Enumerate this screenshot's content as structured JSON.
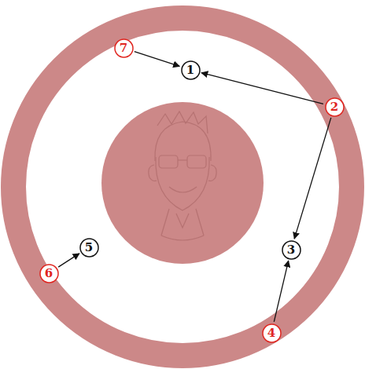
{
  "diagram": {
    "nodes": [
      {
        "text": [
          "7"
        ]
      },
      {
        "text": [
          "1"
        ]
      },
      {
        "text": [
          "2"
        ]
      },
      {
        "text": [
          "5"
        ]
      },
      {
        "text": [
          "3"
        ]
      },
      {
        "text": [
          "6"
        ]
      },
      {
        "text": [
          "4"
        ]
      }
    ],
    "edges": [
      {
        "from": 0,
        "to": 1,
        "arrow": "to"
      },
      {
        "from": 2,
        "to": 1,
        "arrow": "to"
      },
      {
        "from": 2,
        "to": 4,
        "arrow": "to"
      },
      {
        "from": 6,
        "to": 4,
        "arrow": "to"
      },
      {
        "from": 5,
        "to": 3,
        "arrow": "to"
      }
    ]
  }
}
